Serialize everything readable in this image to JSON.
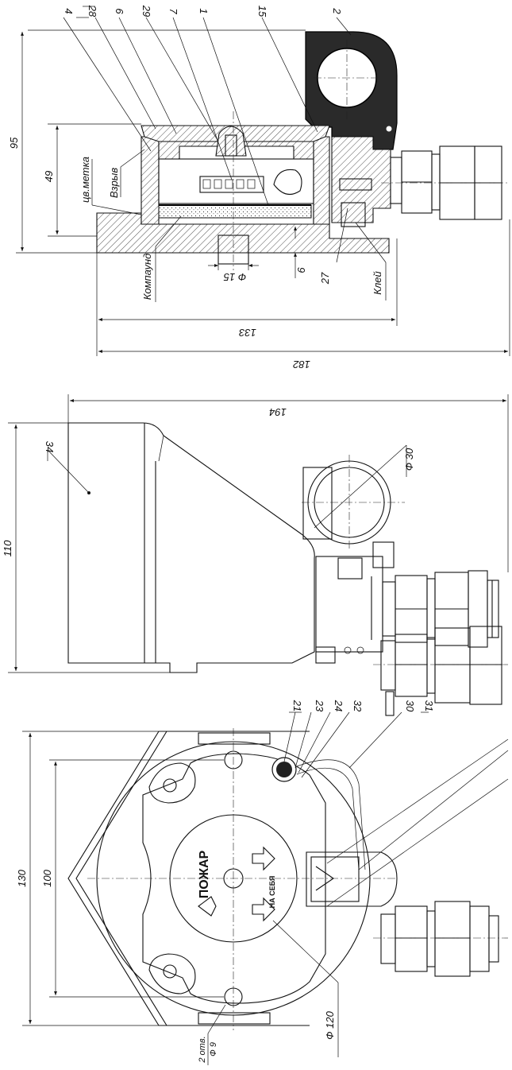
{
  "view_top": {
    "dim_height_total": "95",
    "dim_height_body": "49",
    "dim_width_inner": "133",
    "dim_width_total": "182",
    "dim_diameter": "Ф 15",
    "dim_wall": "6",
    "leaders": [
      "4",
      "28",
      "6",
      "29",
      "7",
      "1",
      "15",
      "2",
      "27"
    ],
    "note_color": "цв.метка",
    "note_explosion": "Взрыв",
    "note_compound": "Компаунд",
    "note_glue": "Клей"
  },
  "view_middle": {
    "dim_height": "110",
    "dim_length": "194",
    "dim_pipe": "Ф 30",
    "leader": "34"
  },
  "view_bottom": {
    "dim_outer": "130",
    "dim_holes": "100",
    "dim_circle": "Ф 120",
    "holes_note_line1": "2 отв.",
    "holes_note_line2": "Ф 9",
    "leaders": [
      "21",
      "23",
      "24",
      "32",
      "30",
      "31"
    ],
    "label_fire": "ПОЖАР",
    "label_pull": "НА СЕБЯ"
  }
}
